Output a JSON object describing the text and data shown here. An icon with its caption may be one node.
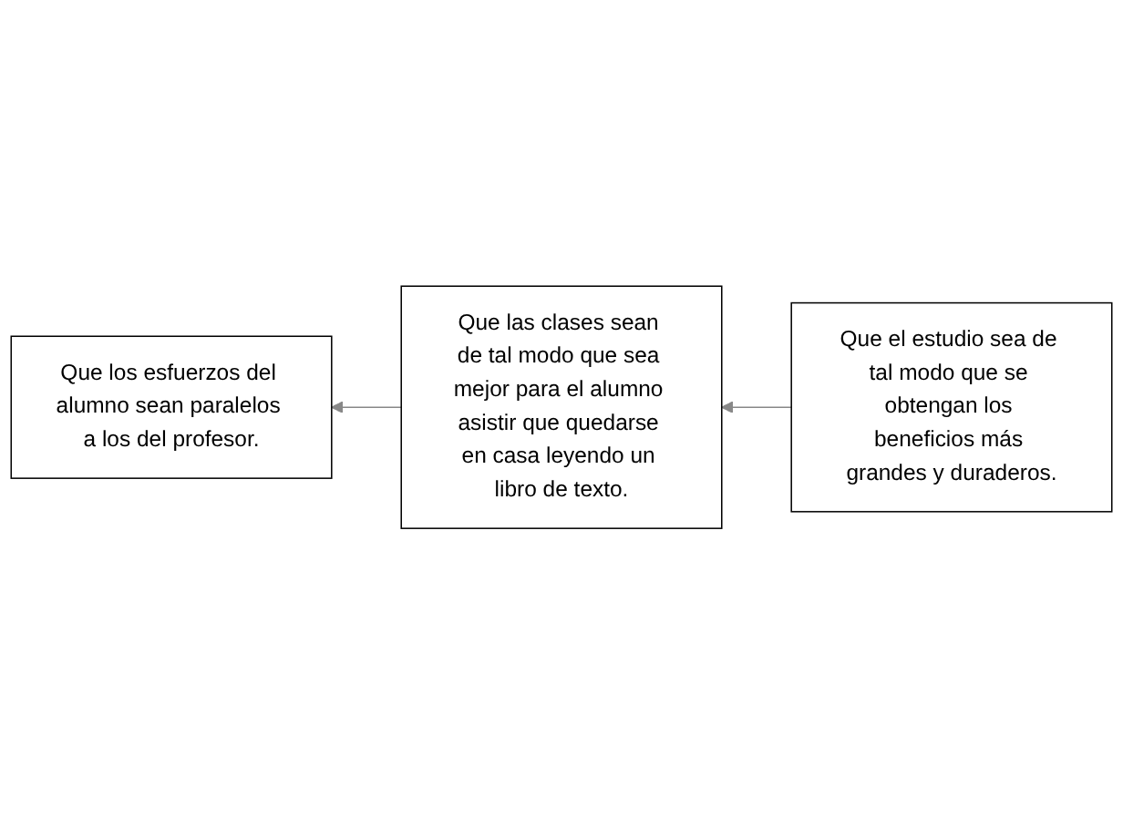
{
  "diagram": {
    "nodes": [
      {
        "text": [
          "Que los esfuerzos del alumno sean paralelos a los del profesor."
        ]
      },
      {
        "text": [
          "Que las clases sean de tal modo que sea mejor para el alumno asistir que quedarse en casa leyendo un libro de texto."
        ]
      },
      {
        "text": [
          "Que el estudio sea de tal modo que se obtengan los beneficios más grandes y duraderos."
        ]
      }
    ],
    "edges": [
      {
        "from": 1,
        "to": 0,
        "arrow": "to"
      },
      {
        "from": 2,
        "to": 1,
        "arrow": "to"
      }
    ]
  }
}
